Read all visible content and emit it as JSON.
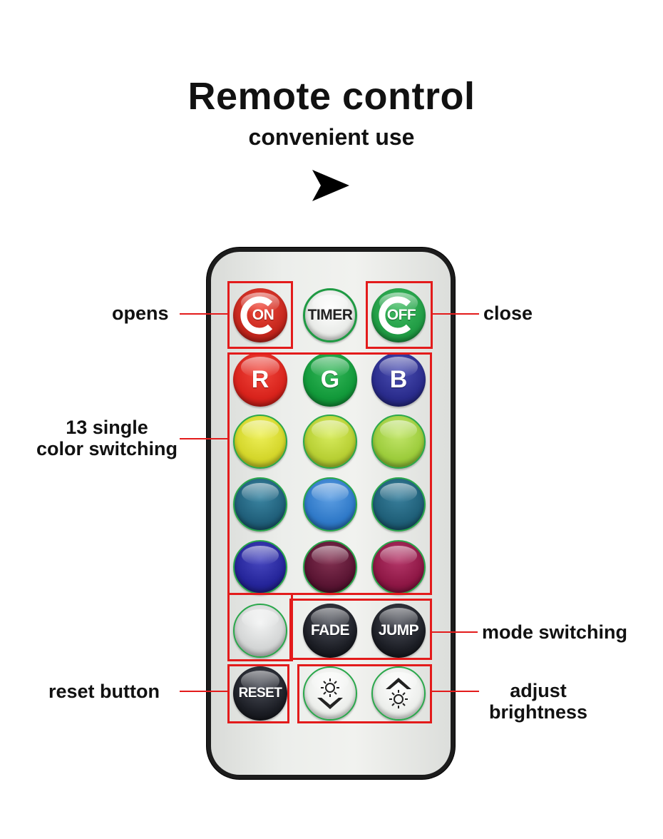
{
  "header": {
    "title": "Remote control",
    "subtitle": "convenient use"
  },
  "buttons": {
    "on": "ON",
    "timer": "TIMER",
    "off": "OFF",
    "r": "R",
    "g": "G",
    "b": "B",
    "fade": "FADE",
    "jump": "JUMP",
    "reset": "RESET"
  },
  "callouts": {
    "opens": "opens",
    "close": "close",
    "single_color_line1": "13 single",
    "single_color_line2": "color switching",
    "mode_switching": "mode switching",
    "reset_button": "reset button",
    "adjust_line1": "adjust",
    "adjust_line2": "brightness"
  },
  "colors": {
    "highlight": "#e31b1b",
    "on_button": "#d42a1f",
    "off_button": "#1f9a43",
    "r_button": "#d8231c",
    "g_button": "#12993a",
    "b_button": "#2a2c8c",
    "color_buttons": [
      "#d4d62a",
      "#b7cf33",
      "#9ccc3b",
      "#205f7a",
      "#2f79c8",
      "#1f5f78",
      "#25259a",
      "#5a1533",
      "#8e1745",
      "#d3d5d5"
    ],
    "dark_button": "#1d1f26"
  }
}
